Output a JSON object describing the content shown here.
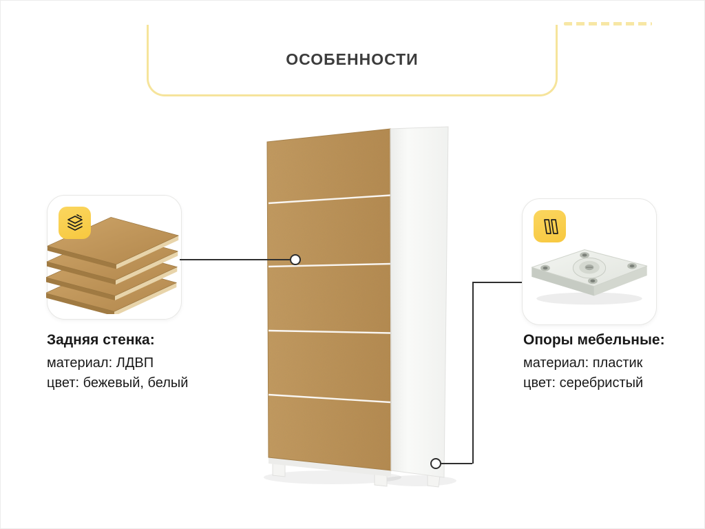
{
  "header": {
    "title": "ОСОБЕННОСТИ"
  },
  "features": {
    "back_panel": {
      "heading": "Задняя стенка:",
      "material": "материал: ЛДВП",
      "color": "цвет: бежевый, белый"
    },
    "supports": {
      "heading": "Опоры мебельные:",
      "material": "материал: пластик",
      "color": "цвет: серебристый"
    }
  },
  "icons": {
    "back_panel": "layered-sheets-icon",
    "supports": "furniture-legs-icon",
    "markers": "callout-dot-icon"
  },
  "colors": {
    "accent_yellow": "#FBD65F",
    "frame_yellow": "#F6E49B",
    "panel_brown": "#BE9356",
    "line_dark": "#2E2E2E",
    "text": "#191919"
  }
}
